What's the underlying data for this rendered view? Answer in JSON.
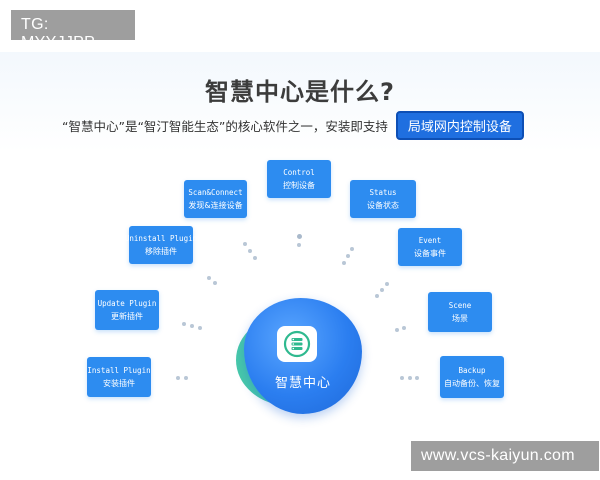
{
  "watermark_top": "TG: MYYJJPP",
  "watermark_bottom": "www.vcs-kaiyun.com",
  "title": "智慧中心是什么?",
  "subtitle": "“智慧中心”是“智汀智能生态”的核心软件之一，安装即支持",
  "cta_label": "局域网内控制设备",
  "center": {
    "label": "智慧中心",
    "icon": "server-stack-icon"
  },
  "features": [
    {
      "en": "Control",
      "cn": "控制设备"
    },
    {
      "en": "Scan&Connect",
      "cn": "发现&连接设备"
    },
    {
      "en": "Status",
      "cn": "设备状态"
    },
    {
      "en": "Uninstall Plugin",
      "cn": "移除插件"
    },
    {
      "en": "Event",
      "cn": "设备事件"
    },
    {
      "en": "Update Plugin",
      "cn": "更新插件"
    },
    {
      "en": "Scene",
      "cn": "场景"
    },
    {
      "en": "Install Plugin",
      "cn": "安装插件"
    },
    {
      "en": "Backup",
      "cn": "自动备份、恢复"
    }
  ],
  "colors": {
    "accent": "#2d8cf0",
    "cta": "#1f6fe0",
    "green": "#33c2a0",
    "purple": "#6a5be6"
  }
}
